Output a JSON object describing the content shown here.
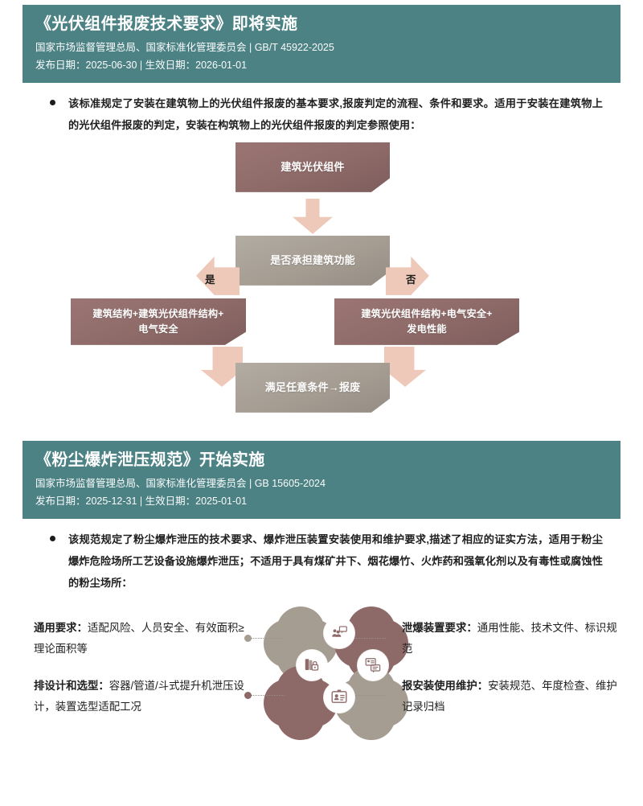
{
  "theme": {
    "header_teal": "#4d8285",
    "box_red": "#8d6a68",
    "box_gray": "#a59c92",
    "arrow_pink": "#eec8b8",
    "page_bg": "#ffffff"
  },
  "sections": [
    {
      "id": "pv-module-scrapping",
      "header": {
        "title": "《光伏组件报废技术要求》即将实施",
        "issuer_line": "国家市场监督管理总局、国家标准化管理委员会 | GB/T 45922-2025",
        "date_line": "发布日期：2025-06-30 | 生效日期：2026-01-01"
      },
      "bullet": "该标准规定了安装在建筑物上的光伏组件报废的基本要求,报废判定的流程、条件和要求。适用于安装在建筑物上的光伏组件报废的判定，安装在构筑物上的光伏组件报废的判定参照使用："
    },
    {
      "id": "dust-explosion-venting",
      "header": {
        "title": "《粉尘爆炸泄压规范》开始实施",
        "issuer_line": "国家市场监督管理总局、国家标准化管理委员会 | GB 15605-2024",
        "date_line": "发布日期：2025-12-31 | 生效日期：2025-01-01"
      },
      "bullet": "该规范规定了粉尘爆炸泄压的技术要求、爆炸泄压装置安装使用和维护要求,描述了相应的证实方法，适用于粉尘爆炸危险场所工艺设备设施爆炸泄压；不适用于具有煤矿井下、烟花爆竹、火炸药和强氧化剂以及有毒性或腐蚀性的粉尘场所："
    }
  ],
  "flowchart": {
    "nodes": [
      {
        "id": "n1",
        "label": "建筑光伏组件",
        "color": "red"
      },
      {
        "id": "n2",
        "label": "是否承担建筑功能",
        "color": "gray"
      },
      {
        "id": "n3",
        "label": "建筑结构+建筑光伏组件结构+\n电气安全",
        "color": "red"
      },
      {
        "id": "n4",
        "label": "建筑光伏组件结构+电气安全+\n发电性能",
        "color": "red"
      },
      {
        "id": "n5",
        "label": "满足任意条件→报废",
        "color": "gray"
      }
    ],
    "branch_labels": {
      "yes": "是",
      "no": "否"
    }
  },
  "petal_diagram": {
    "petals": [
      {
        "id": "p-top-left",
        "color": "#a59c92"
      },
      {
        "id": "p-top-right",
        "color": "#8d6a68"
      },
      {
        "id": "p-bottom-left",
        "color": "#8d6a68"
      },
      {
        "id": "p-bottom-right",
        "color": "#a59c92"
      }
    ],
    "badges": [
      {
        "id": "badge-people-speech",
        "icon": "people-speech-icon"
      },
      {
        "id": "badge-book-lock",
        "icon": "book-lock-icon"
      },
      {
        "id": "badge-chat-card",
        "icon": "chat-card-icon"
      },
      {
        "id": "badge-id-card",
        "icon": "id-card-icon"
      }
    ],
    "labels": [
      {
        "id": "label-general-requirements",
        "position": "left-top",
        "title": "通用要求：",
        "body": "适配风险、人员安全、有效面积≥理论面积等"
      },
      {
        "id": "label-design-selection",
        "position": "left-bottom",
        "title": "排设计和选型：",
        "body": "容器/管道/斗式提升机泄压设计，装置选型适配工况"
      },
      {
        "id": "label-vent-device-requirements",
        "position": "right-top",
        "title": "泄爆装置要求：",
        "body": "通用性能、技术文件、标识规范"
      },
      {
        "id": "label-install-use-maintain",
        "position": "right-bottom",
        "title": "报安装使用维护：",
        "body": "安装规范、年度检查、维护记录归档"
      }
    ]
  }
}
